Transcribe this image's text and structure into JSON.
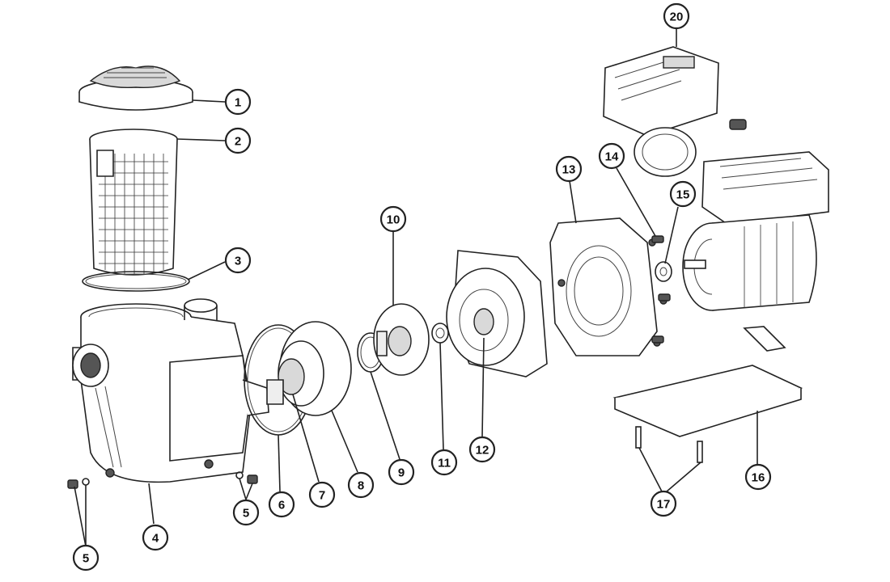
{
  "diagram": {
    "callouts": [
      {
        "id": "c1",
        "label": "1"
      },
      {
        "id": "c2",
        "label": "2"
      },
      {
        "id": "c3",
        "label": "3"
      },
      {
        "id": "c4",
        "label": "4"
      },
      {
        "id": "c5a",
        "label": "5"
      },
      {
        "id": "c5b",
        "label": "5"
      },
      {
        "id": "c6",
        "label": "6"
      },
      {
        "id": "c7",
        "label": "7"
      },
      {
        "id": "c8",
        "label": "8"
      },
      {
        "id": "c9",
        "label": "9"
      },
      {
        "id": "c10",
        "label": "10"
      },
      {
        "id": "c11",
        "label": "11"
      },
      {
        "id": "c12",
        "label": "12"
      },
      {
        "id": "c13",
        "label": "13"
      },
      {
        "id": "c14",
        "label": "14"
      },
      {
        "id": "c15",
        "label": "15"
      },
      {
        "id": "c16",
        "label": "16"
      },
      {
        "id": "c17",
        "label": "17"
      },
      {
        "id": "c20",
        "label": "20"
      }
    ]
  }
}
